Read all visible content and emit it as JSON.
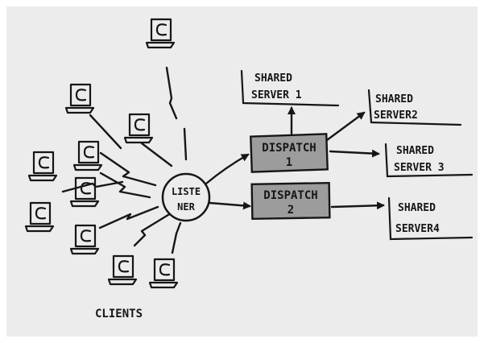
{
  "listener": {
    "line1": "LISTE",
    "line2": "NER"
  },
  "dispatchers": [
    {
      "line1": "DISPATCH",
      "line2": "1"
    },
    {
      "line1": "DISPATCH",
      "line2": "2"
    }
  ],
  "shared_servers": [
    {
      "line1": "SHARED",
      "line2": "SERVER 1"
    },
    {
      "line1": "SHARED",
      "line2": "SERVER2"
    },
    {
      "line1": "SHARED",
      "line2": "SERVER 3"
    },
    {
      "line1": "SHARED",
      "line2": "SERVER4"
    }
  ],
  "clients_label": "CLIENTS",
  "colors": {
    "ink": "#161616",
    "paper": "#ececec",
    "box_fill": "#9c9c9c",
    "frame": "#ffffff"
  }
}
